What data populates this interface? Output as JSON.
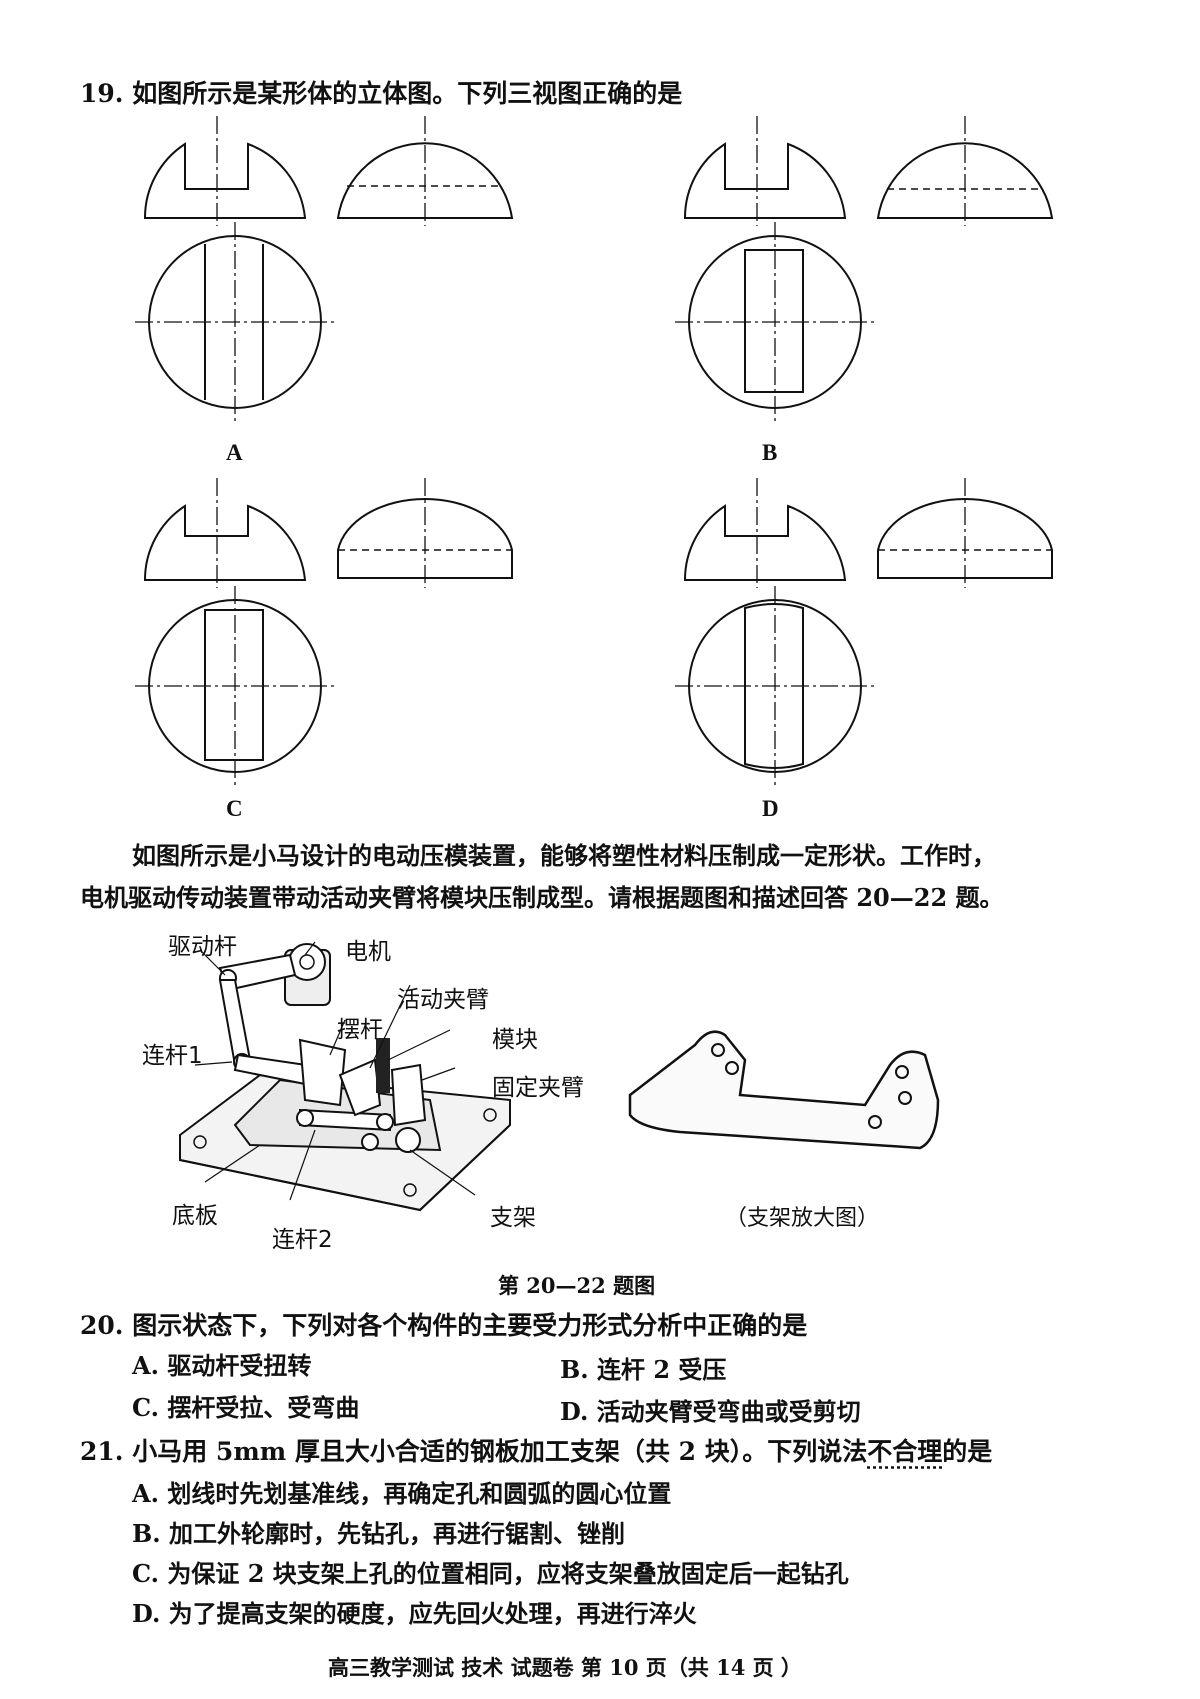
{
  "q19": {
    "number": "19.",
    "stem": "如图所示是某形体的立体图。下列三视图正确的是",
    "labels": {
      "A": "A",
      "B": "B",
      "C": "C",
      "D": "D"
    }
  },
  "intro": {
    "line1": "如图所示是小马设计的电动压模装置，能够将塑性材料压制成一定形状。工作时，",
    "line2": "电机驱动传动装置带动活动夹臂将模块压制成型。请根据题图和描述回答 20—22 题。"
  },
  "figure": {
    "callouts": {
      "drive_rod": "驱动杆",
      "motor": "电机",
      "active_arm": "活动夹臂",
      "swing_rod": "摆杆",
      "module": "模块",
      "link1": "连杆1",
      "fixed_arm": "固定夹臂",
      "base": "底板",
      "link2": "连杆2",
      "bracket": "支架"
    },
    "enlarge_caption": "（支架放大图）",
    "caption": "第 20—22 题图"
  },
  "q20": {
    "number": "20.",
    "stem": "图示状态下，下列对各个构件的主要受力形式分析中正确的是",
    "A": "A. 驱动杆受扭转",
    "B": "B. 连杆 2 受压",
    "C": "C. 摆杆受拉、受弯曲",
    "D": "D. 活动夹臂受弯曲或受剪切"
  },
  "q21": {
    "number": "21.",
    "stem_pre": "小马用 5mm 厚且大小合适的钢板加工支架（共 2 块）。下列说法",
    "stem_emph": "不合理",
    "stem_post": "的是",
    "A": "A. 划线时先划基准线，再确定孔和圆弧的圆心位置",
    "B": "B. 加工外轮廓时，先钻孔，再进行锯割、锉削",
    "C": "C. 为保证 2 块支架上孔的位置相同，应将支架叠放固定后一起钻孔",
    "D": "D. 为了提高支架的硬度，应先回火处理，再进行淬火"
  },
  "footer": "高三教学测试 技术 试题卷 第 10 页（共 14 页 ）"
}
